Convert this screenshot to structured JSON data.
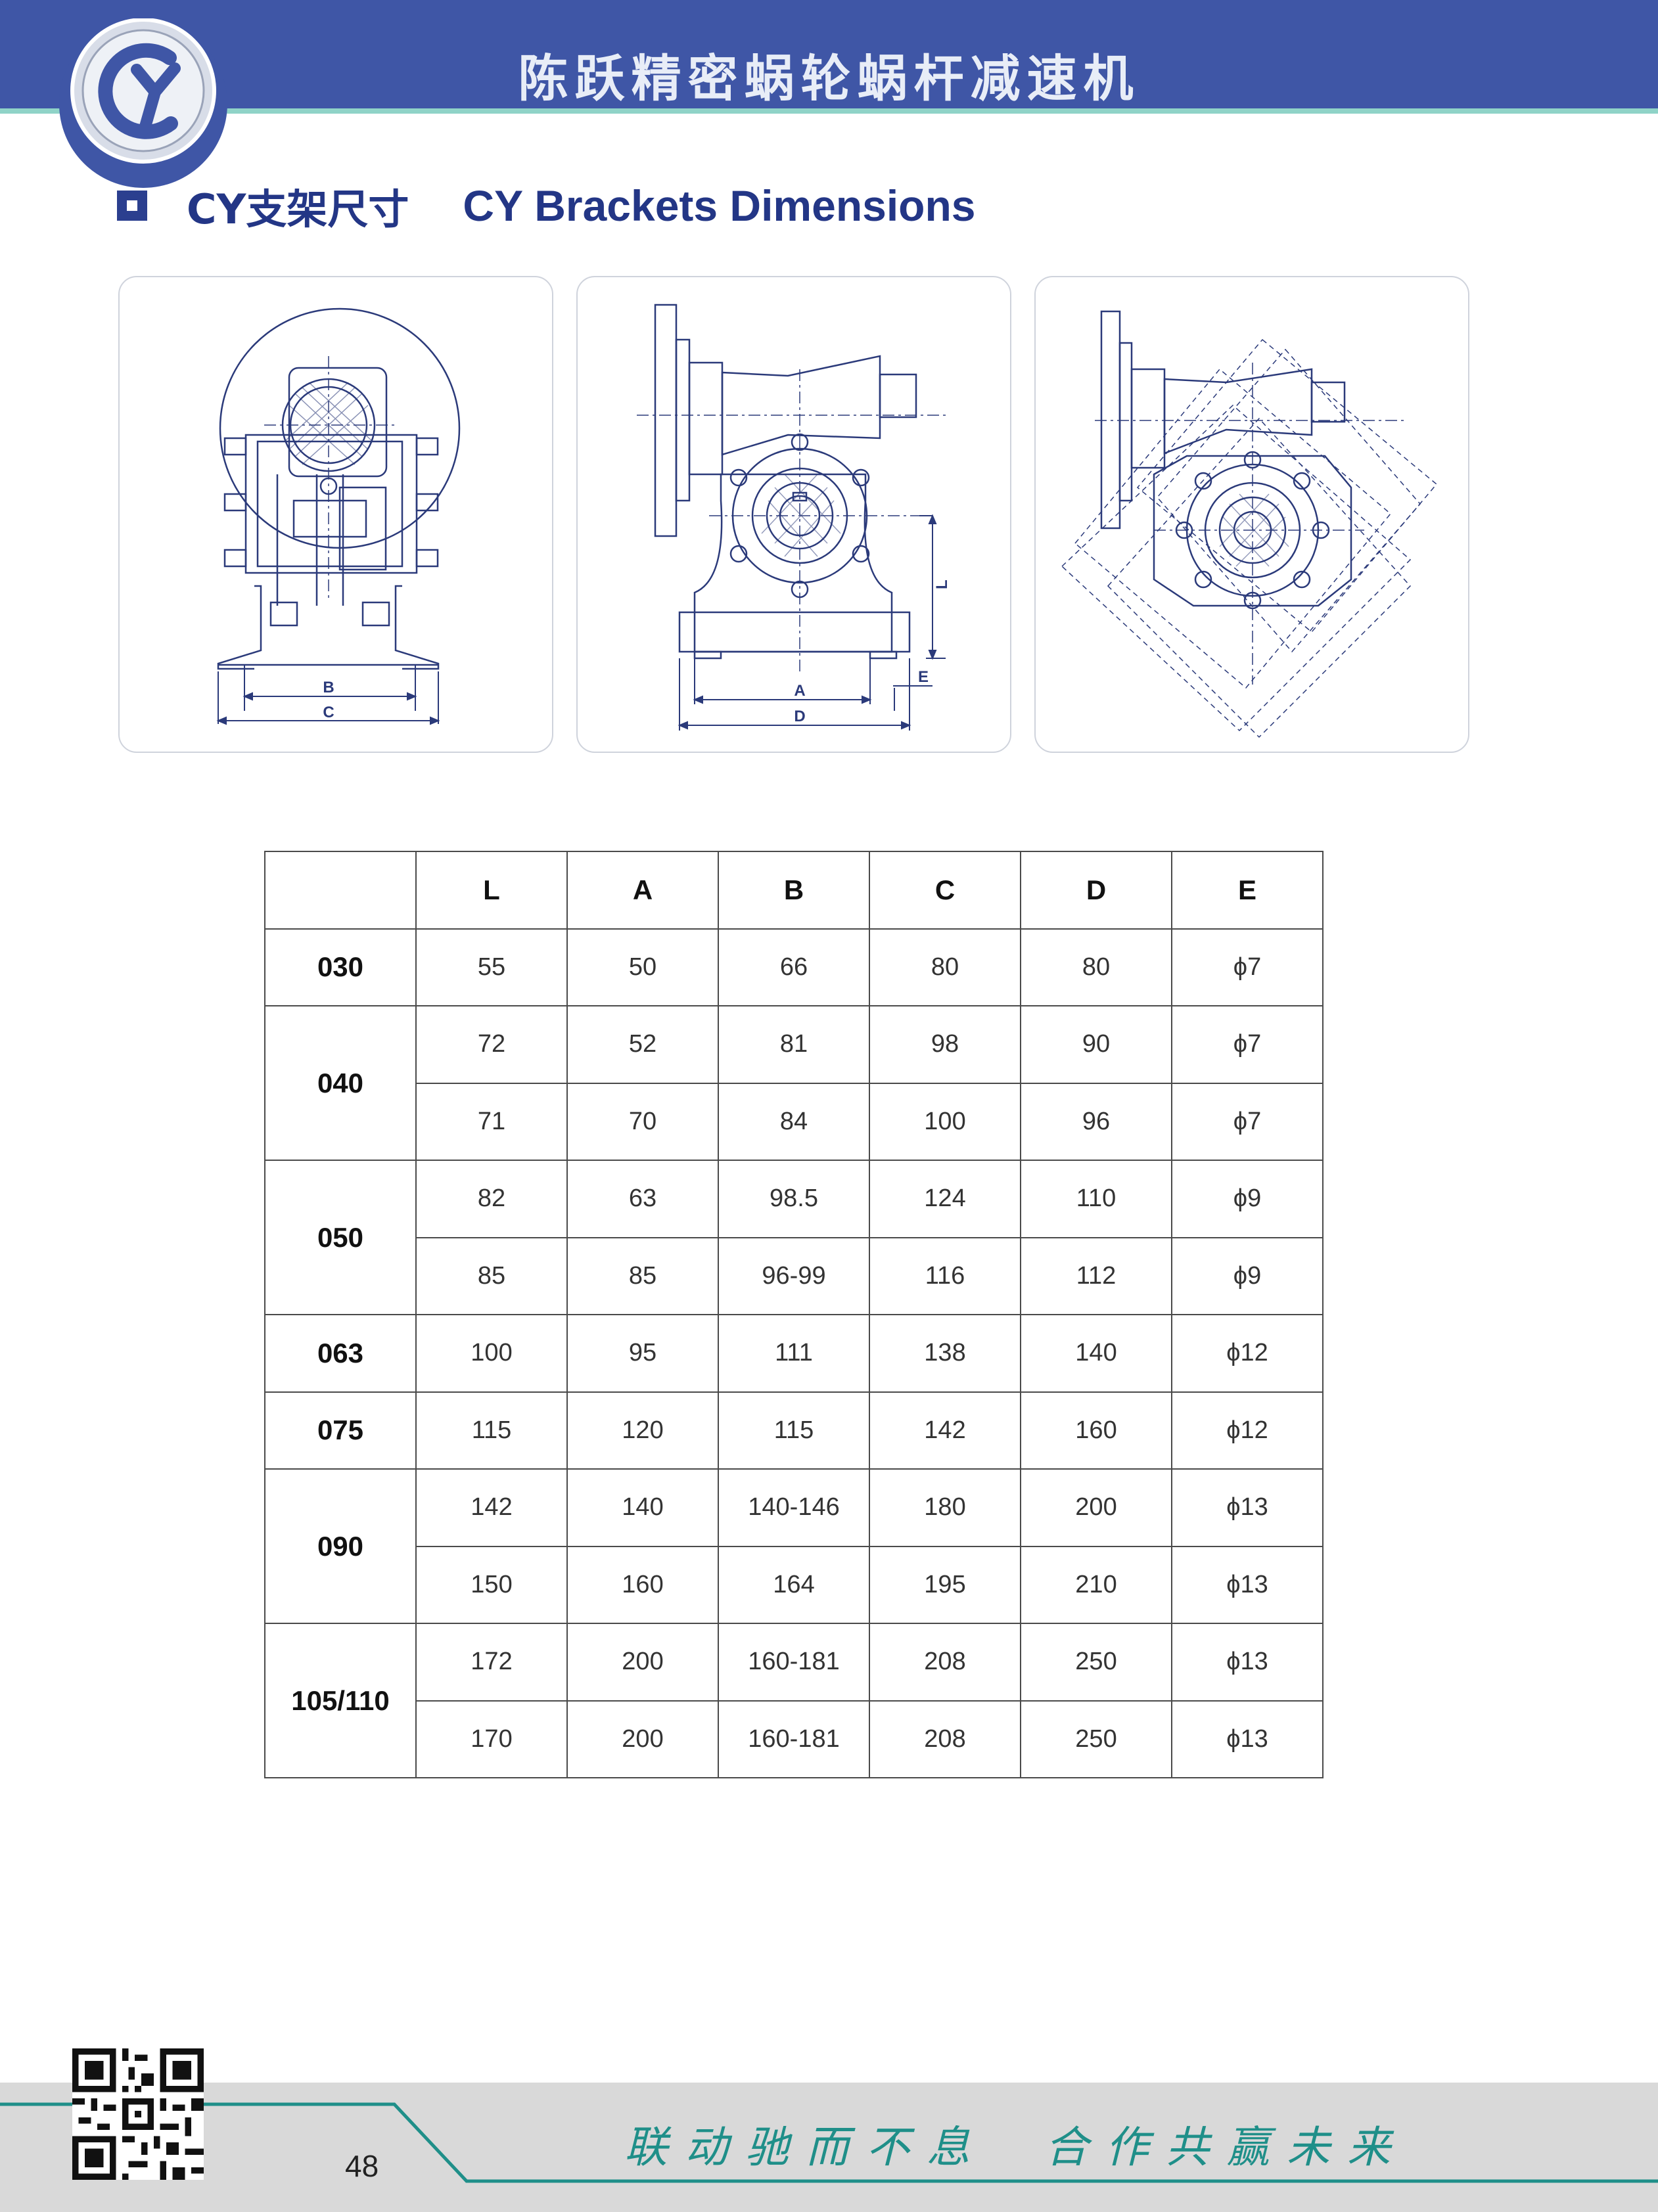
{
  "header": {
    "title": "陈跃精密蜗轮蜗杆减速机",
    "logo": "CY"
  },
  "section": {
    "title_cn": "CY支架尺寸",
    "title_en": "CY Brackets Dimensions"
  },
  "drawings": {
    "panel1": {
      "label_b": "B",
      "label_c": "C"
    },
    "panel2": {
      "label_a": "A",
      "label_d": "D",
      "label_e": "E",
      "label_l": "L"
    }
  },
  "table": {
    "headers": [
      "",
      "L",
      "A",
      "B",
      "C",
      "D",
      "E"
    ],
    "groups": [
      {
        "size": "030",
        "rows": [
          [
            "55",
            "50",
            "66",
            "80",
            "80",
            "ϕ7"
          ]
        ]
      },
      {
        "size": "040",
        "rows": [
          [
            "72",
            "52",
            "81",
            "98",
            "90",
            "ϕ7"
          ],
          [
            "71",
            "70",
            "84",
            "100",
            "96",
            "ϕ7"
          ]
        ]
      },
      {
        "size": "050",
        "rows": [
          [
            "82",
            "63",
            "98.5",
            "124",
            "110",
            "ϕ9"
          ],
          [
            "85",
            "85",
            "96-99",
            "116",
            "112",
            "ϕ9"
          ]
        ]
      },
      {
        "size": "063",
        "rows": [
          [
            "100",
            "95",
            "111",
            "138",
            "140",
            "ϕ12"
          ]
        ]
      },
      {
        "size": "075",
        "rows": [
          [
            "115",
            "120",
            "115",
            "142",
            "160",
            "ϕ12"
          ]
        ]
      },
      {
        "size": "090",
        "rows": [
          [
            "142",
            "140",
            "140-146",
            "180",
            "200",
            "ϕ13"
          ],
          [
            "150",
            "160",
            "164",
            "195",
            "210",
            "ϕ13"
          ]
        ]
      },
      {
        "size": "105/110",
        "rows": [
          [
            "172",
            "200",
            "160-181",
            "208",
            "250",
            "ϕ13"
          ],
          [
            "170",
            "200",
            "160-181",
            "208",
            "250",
            "ϕ13"
          ]
        ]
      }
    ]
  },
  "footer": {
    "page_number": "48",
    "slogan_left": "联动驰而不息",
    "slogan_right": "合作共赢未来"
  },
  "colors": {
    "header_blue": "#3f56a6",
    "title_blue": "#233686",
    "slogan_teal": "#1f8f89"
  }
}
